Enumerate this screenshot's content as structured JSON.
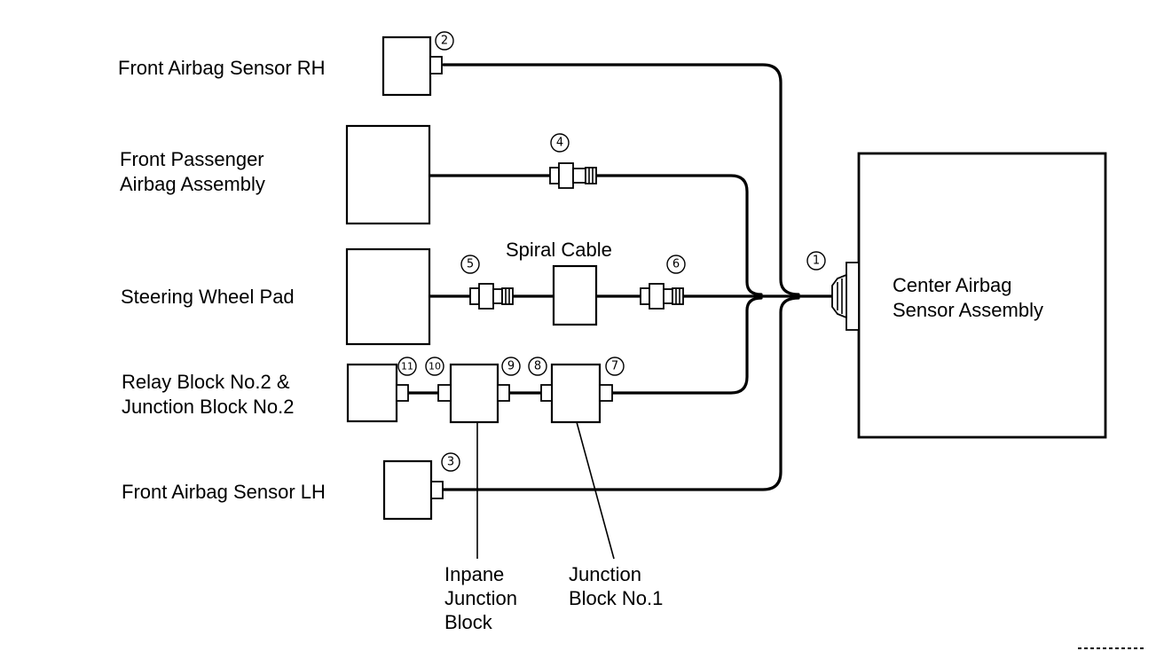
{
  "labels": {
    "front_airbag_sensor_rh": "Front Airbag Sensor RH",
    "front_passenger_line1": "Front Passenger",
    "front_passenger_line2": "Airbag Assembly",
    "steering_wheel_pad": "Steering Wheel Pad",
    "spiral_cable": "Spiral Cable",
    "relay_block_line1": "Relay Block No.2 &",
    "relay_block_line2": "Junction Block No.2",
    "front_airbag_sensor_lh": "Front Airbag Sensor LH",
    "inpane_line1": "Inpane",
    "inpane_line2": "Junction",
    "inpane_line3": "Block",
    "junction_block1_line1": "Junction",
    "junction_block1_line2": "Block No.1",
    "center_line1": "Center Airbag",
    "center_line2": "Sensor Assembly"
  },
  "connectors": {
    "c1": "1",
    "c2": "2",
    "c3": "3",
    "c4": "4",
    "c5": "5",
    "c6": "6",
    "c7": "7",
    "c8": "8",
    "c9": "9",
    "c10": "10",
    "c11": "11"
  }
}
